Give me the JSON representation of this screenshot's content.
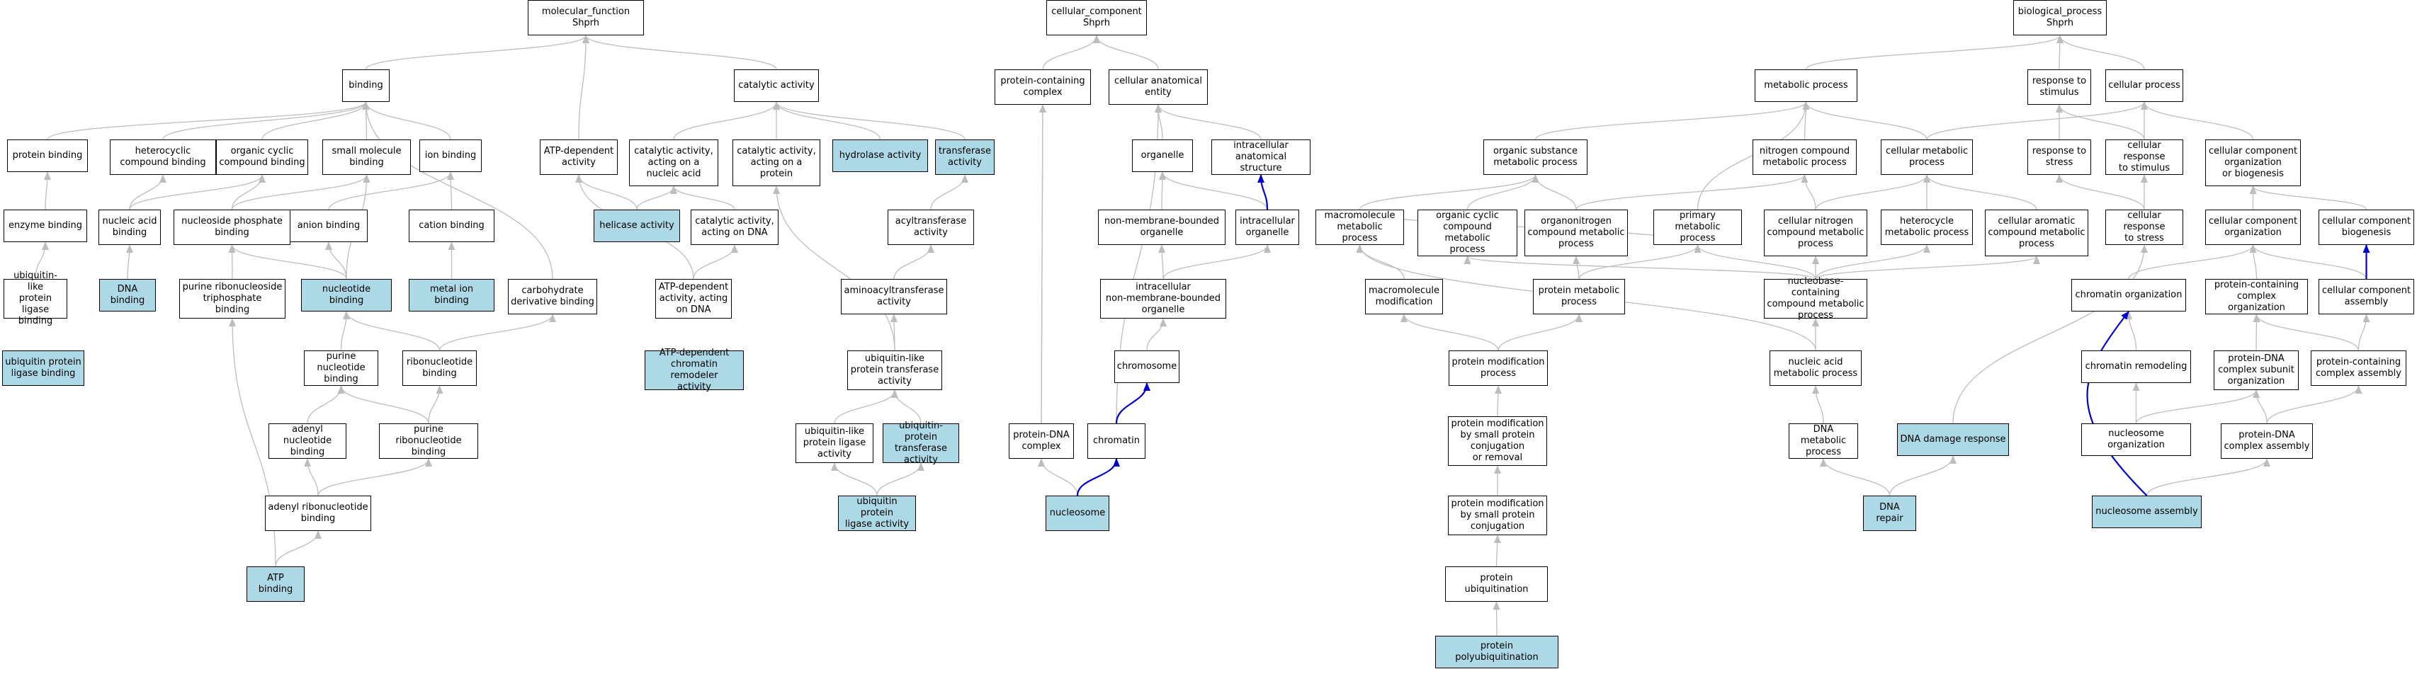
{
  "colors": {
    "highlight": "#add8e6",
    "edge": "#bdbdbd",
    "path_edge": "#0000cd",
    "border": "#000000"
  },
  "nodes": [
    {
      "id": "mf",
      "label": "molecular_function\nShprh",
      "hl": false
    },
    {
      "id": "cc",
      "label": "cellular_component\nShprh",
      "hl": false
    },
    {
      "id": "bp",
      "label": "biological_process\nShprh",
      "hl": false
    },
    {
      "id": "binding",
      "label": "binding",
      "hl": false
    },
    {
      "id": "catalytic",
      "label": "catalytic activity",
      "hl": false
    },
    {
      "id": "pcc",
      "label": "protein-containing\ncomplex",
      "hl": false
    },
    {
      "id": "cae",
      "label": "cellular anatomical\nentity",
      "hl": false
    },
    {
      "id": "metab",
      "label": "metabolic process",
      "hl": false
    },
    {
      "id": "rts",
      "label": "response to\nstimulus",
      "hl": false
    },
    {
      "id": "cellproc",
      "label": "cellular process",
      "hl": false
    },
    {
      "id": "protbind",
      "label": "protein binding",
      "hl": false
    },
    {
      "id": "hetbind",
      "label": "heterocyclic\ncompound binding",
      "hl": false
    },
    {
      "id": "ocbind",
      "label": "organic cyclic\ncompound binding",
      "hl": false
    },
    {
      "id": "smbind",
      "label": "small molecule\nbinding",
      "hl": false
    },
    {
      "id": "ionbind",
      "label": "ion binding",
      "hl": false
    },
    {
      "id": "atpdep",
      "label": "ATP-dependent\nactivity",
      "hl": false
    },
    {
      "id": "catna",
      "label": "catalytic activity,\nacting on a\nnucleic acid",
      "hl": false
    },
    {
      "id": "catprot",
      "label": "catalytic activity,\nacting on a\nprotein",
      "hl": false
    },
    {
      "id": "hydro",
      "label": "hydrolase activity",
      "hl": true
    },
    {
      "id": "trans",
      "label": "transferase\nactivity",
      "hl": true
    },
    {
      "id": "organelle",
      "label": "organelle",
      "hl": false
    },
    {
      "id": "ias",
      "label": "intracellular\nanatomical structure",
      "hl": false
    },
    {
      "id": "osmp",
      "label": "organic substance\nmetabolic process",
      "hl": false
    },
    {
      "id": "ncmp",
      "label": "nitrogen compound\nmetabolic process",
      "hl": false
    },
    {
      "id": "cmp",
      "label": "cellular metabolic\nprocess",
      "hl": false
    },
    {
      "id": "rtstress",
      "label": "response to\nstress",
      "hl": false
    },
    {
      "id": "crts",
      "label": "cellular response\nto stimulus",
      "hl": false
    },
    {
      "id": "ccob",
      "label": "cellular component\norganization\nor biogenesis",
      "hl": false
    },
    {
      "id": "enzbind",
      "label": "enzyme binding",
      "hl": false
    },
    {
      "id": "nabind",
      "label": "nucleic acid\nbinding",
      "hl": false
    },
    {
      "id": "npbind",
      "label": "nucleoside phosphate\nbinding",
      "hl": false
    },
    {
      "id": "anbind",
      "label": "anion binding",
      "hl": false
    },
    {
      "id": "catbind",
      "label": "cation binding",
      "hl": false
    },
    {
      "id": "helicase",
      "label": "helicase activity",
      "hl": true
    },
    {
      "id": "catdna",
      "label": "catalytic activity,\nacting on DNA",
      "hl": false
    },
    {
      "id": "acyltr",
      "label": "acyltransferase\nactivity",
      "hl": false
    },
    {
      "id": "nmbo",
      "label": "non-membrane-bounded\norganelle",
      "hl": false
    },
    {
      "id": "intorg",
      "label": "intracellular\norganelle",
      "hl": false
    },
    {
      "id": "macromp",
      "label": "macromolecule\nmetabolic process",
      "hl": false
    },
    {
      "id": "occmp",
      "label": "organic cyclic\ncompound metabolic\nprocess",
      "hl": false
    },
    {
      "id": "oncmp",
      "label": "organonitrogen\ncompound metabolic\nprocess",
      "hl": false
    },
    {
      "id": "pmp",
      "label": "primary metabolic\nprocess",
      "hl": false
    },
    {
      "id": "cncmp",
      "label": "cellular nitrogen\ncompound metabolic\nprocess",
      "hl": false
    },
    {
      "id": "hetmp",
      "label": "heterocycle\nmetabolic process",
      "hl": false
    },
    {
      "id": "cacmp",
      "label": "cellular aromatic\ncompound metabolic\nprocess",
      "hl": false
    },
    {
      "id": "crtstress",
      "label": "cellular response\nto stress",
      "hl": false
    },
    {
      "id": "cco",
      "label": "cellular component\norganization",
      "hl": false
    },
    {
      "id": "ccb",
      "label": "cellular component\nbiogenesis",
      "hl": false
    },
    {
      "id": "ubplbind",
      "label": "ubiquitin-like\nprotein ligase\nbinding",
      "hl": false
    },
    {
      "id": "dnabind",
      "label": "DNA binding",
      "hl": true
    },
    {
      "id": "prntpbind",
      "label": "purine ribonucleoside\ntriphosphate\nbinding",
      "hl": false
    },
    {
      "id": "nucbind",
      "label": "nucleotide binding",
      "hl": true
    },
    {
      "id": "metalbind",
      "label": "metal ion binding",
      "hl": true
    },
    {
      "id": "cdbind",
      "label": "carbohydrate\nderivative binding",
      "hl": false
    },
    {
      "id": "atpdepdna",
      "label": "ATP-dependent\nactivity, acting\non DNA",
      "hl": false
    },
    {
      "id": "aminoacyl",
      "label": "aminoacyltransferase\nactivity",
      "hl": false
    },
    {
      "id": "inmbo",
      "label": "intracellular\nnon-membrane-bounded\norganelle",
      "hl": false
    },
    {
      "id": "macromod",
      "label": "macromolecule\nmodification",
      "hl": false
    },
    {
      "id": "protmp",
      "label": "protein metabolic\nprocess",
      "hl": false
    },
    {
      "id": "nbccmp",
      "label": "nucleobase-containing\ncompound metabolic\nprocess",
      "hl": false
    },
    {
      "id": "chromorg",
      "label": "chromatin organization",
      "hl": false
    },
    {
      "id": "pccorg",
      "label": "protein-containing\ncomplex organization",
      "hl": false
    },
    {
      "id": "ccassembly",
      "label": "cellular component\nassembly",
      "hl": false
    },
    {
      "id": "ubplig",
      "label": "ubiquitin protein\nligase binding",
      "hl": true
    },
    {
      "id": "purnbind",
      "label": "purine nucleotide\nbinding",
      "hl": false
    },
    {
      "id": "ribonbind",
      "label": "ribonucleotide\nbinding",
      "hl": false
    },
    {
      "id": "atpchrom",
      "label": "ATP-dependent\nchromatin remodeler\nactivity",
      "hl": true
    },
    {
      "id": "ubltr",
      "label": "ubiquitin-like\nprotein transferase\nactivity",
      "hl": false
    },
    {
      "id": "chromosome",
      "label": "chromosome",
      "hl": false
    },
    {
      "id": "pmodproc",
      "label": "protein modification\nprocess",
      "hl": false
    },
    {
      "id": "nampr",
      "label": "nucleic acid\nmetabolic process",
      "hl": false
    },
    {
      "id": "chromrem",
      "label": "chromatin remodeling",
      "hl": false
    },
    {
      "id": "pdnacso",
      "label": "protein-DNA\ncomplex subunit\norganization",
      "hl": false
    },
    {
      "id": "pccassembly",
      "label": "protein-containing\ncomplex assembly",
      "hl": false
    },
    {
      "id": "adenbind",
      "label": "adenyl nucleotide\nbinding",
      "hl": false
    },
    {
      "id": "prnbind",
      "label": "purine ribonucleotide\nbinding",
      "hl": false
    },
    {
      "id": "ublig",
      "label": "ubiquitin-like\nprotein ligase\nactivity",
      "hl": false
    },
    {
      "id": "ubptr",
      "label": "ubiquitin-protein\ntransferase\nactivity",
      "hl": true
    },
    {
      "id": "pdnac",
      "label": "protein-DNA\ncomplex",
      "hl": false
    },
    {
      "id": "chromatin",
      "label": "chromatin",
      "hl": false
    },
    {
      "id": "pmsp",
      "label": "protein modification\nby small protein\nconjugation\nor removal",
      "hl": false
    },
    {
      "id": "dnamp",
      "label": "DNA metabolic\nprocess",
      "hl": false
    },
    {
      "id": "dnadmg",
      "label": "DNA damage response",
      "hl": true
    },
    {
      "id": "nucorg",
      "label": "nucleosome organization",
      "hl": false
    },
    {
      "id": "pdnaca",
      "label": "protein-DNA\ncomplex assembly",
      "hl": false
    },
    {
      "id": "arnbind",
      "label": "adenyl ribonucleotide\nbinding",
      "hl": false
    },
    {
      "id": "ubpla",
      "label": "ubiquitin protein\nligase activity",
      "hl": true
    },
    {
      "id": "nucleosome",
      "label": "nucleosome",
      "hl": true
    },
    {
      "id": "pmspc",
      "label": "protein modification\nby small protein\nconjugation",
      "hl": false
    },
    {
      "id": "dnarepair",
      "label": "DNA repair",
      "hl": true
    },
    {
      "id": "nucassembly",
      "label": "nucleosome assembly",
      "hl": true
    },
    {
      "id": "atpbind",
      "label": "ATP binding",
      "hl": true
    },
    {
      "id": "protubiq",
      "label": "protein ubiquitination",
      "hl": false
    },
    {
      "id": "protpolyubiq",
      "label": "protein polyubiquitination",
      "hl": true
    }
  ]
}
